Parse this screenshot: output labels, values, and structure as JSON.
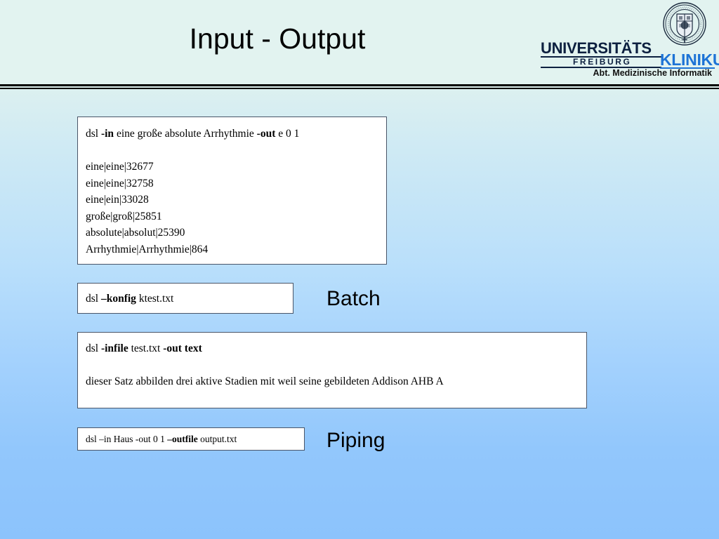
{
  "slide": {
    "title": "Input - Output"
  },
  "logo": {
    "crest_icon": "university-seal-icon",
    "university_word": "UNIVERSITÄTS",
    "city_word": "FREIBURG",
    "clinic_word": "KLINIKUM",
    "department": "Abt. Medizinische Informatik",
    "colors": {
      "university_text": "#0d2040",
      "clinic_text": "#1d73d6"
    }
  },
  "boxes": {
    "output": {
      "name": "dsl-in-output-box",
      "lines": [
        {
          "segments": [
            {
              "text": "dsl ",
              "bold": false
            },
            {
              "text": "-in",
              "bold": true
            },
            {
              "text": " eine große absolute Arrhythmie ",
              "bold": false
            },
            {
              "text": "-out",
              "bold": true
            },
            {
              "text": " e 0 1",
              "bold": false
            }
          ]
        },
        {
          "segments": [
            {
              "text": "",
              "bold": false
            }
          ]
        },
        {
          "segments": [
            {
              "text": "eine|eine|32677",
              "bold": false
            }
          ]
        },
        {
          "segments": [
            {
              "text": "eine|eine|32758",
              "bold": false
            }
          ]
        },
        {
          "segments": [
            {
              "text": "eine|ein|33028",
              "bold": false
            }
          ]
        },
        {
          "segments": [
            {
              "text": "große|groß|25851",
              "bold": false
            }
          ]
        },
        {
          "segments": [
            {
              "text": "absolute|absolut|25390",
              "bold": false
            }
          ]
        },
        {
          "segments": [
            {
              "text": "Arrhythmie|Arrhythmie|864",
              "bold": false
            }
          ]
        }
      ]
    },
    "konfig": {
      "name": "dsl-konfig-box",
      "lines": [
        {
          "segments": [
            {
              "text": "dsl ",
              "bold": false
            },
            {
              "text": "–konfig",
              "bold": true
            },
            {
              "text": " ktest.txt",
              "bold": false
            }
          ]
        }
      ]
    },
    "infile": {
      "name": "dsl-infile-box",
      "lines": [
        {
          "segments": [
            {
              "text": "dsl ",
              "bold": false
            },
            {
              "text": "-infile",
              "bold": true
            },
            {
              "text": " test.txt ",
              "bold": false
            },
            {
              "text": "-out text",
              "bold": true
            }
          ]
        },
        {
          "segments": [
            {
              "text": "",
              "bold": false
            }
          ]
        },
        {
          "segments": [
            {
              "text": "dieser Satz abbilden drei aktive Stadien mit weil seine gebildeten Addison AHB A",
              "bold": false
            }
          ]
        }
      ]
    },
    "piping": {
      "name": "dsl-piping-box",
      "lines": [
        {
          "segments": [
            {
              "text": "dsl –in Haus -out 0 1 ",
              "bold": false
            },
            {
              "text": "–outfile",
              "bold": true
            },
            {
              "text": " output.txt",
              "bold": false
            }
          ]
        }
      ]
    }
  },
  "labels": {
    "batch": "Batch",
    "piping": "Piping"
  },
  "theme": {
    "header_background": "#e2f3f0",
    "body_gradient_top": "#dcf0f0",
    "body_gradient_bottom": "#8cc3fc",
    "box_background": "#ffffff",
    "box_border": "#4a5568",
    "text": "#000000"
  }
}
